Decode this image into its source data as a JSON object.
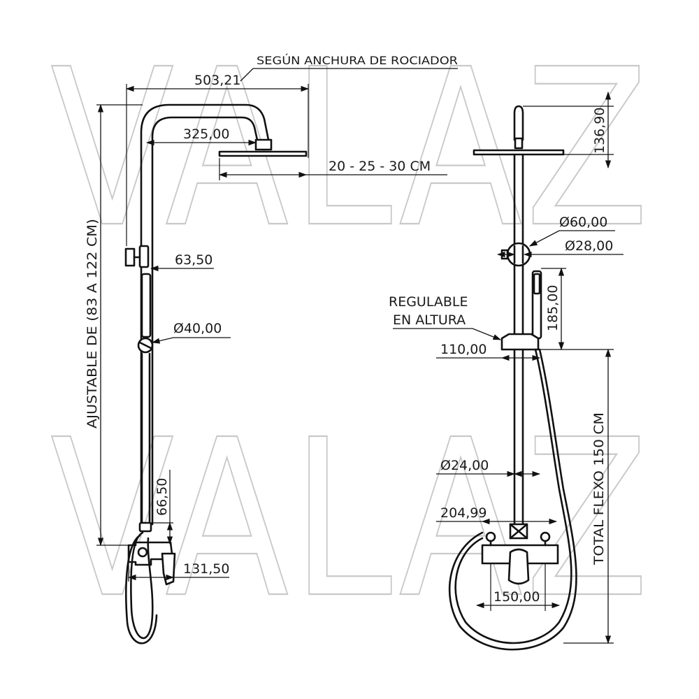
{
  "watermark": "VALAZ",
  "left_view": {
    "note_top": "SEGÚN ANCHURA DE ROCIADOR",
    "dim_arm_width": "503,21",
    "dim_arm_inner": "325,00",
    "dim_head_size": "20 - 25 - 30 CM",
    "dim_bracket_depth": "63,50",
    "dim_holder_diameter": "Ø40,00",
    "dim_adjustable": "AJUSTABLE DE (83 A 122 CM)",
    "dim_outlet_height": "66,50",
    "dim_mixer_depth": "131,50"
  },
  "right_view": {
    "dim_top_height": "136,90",
    "dim_wall_plate": "Ø60,00",
    "dim_pipe_upper": "Ø28,00",
    "dim_handshower": "185,00",
    "note_regulable_1": "REGULABLE",
    "note_regulable_2": "EN ALTURA",
    "dim_slider": "110,00",
    "dim_pipe_lower": "Ø24,00",
    "dim_mixer_width": "204,99",
    "dim_hose_total": "TOTAL FLEXO 150 CM",
    "dim_connection_spacing": "150,00"
  }
}
